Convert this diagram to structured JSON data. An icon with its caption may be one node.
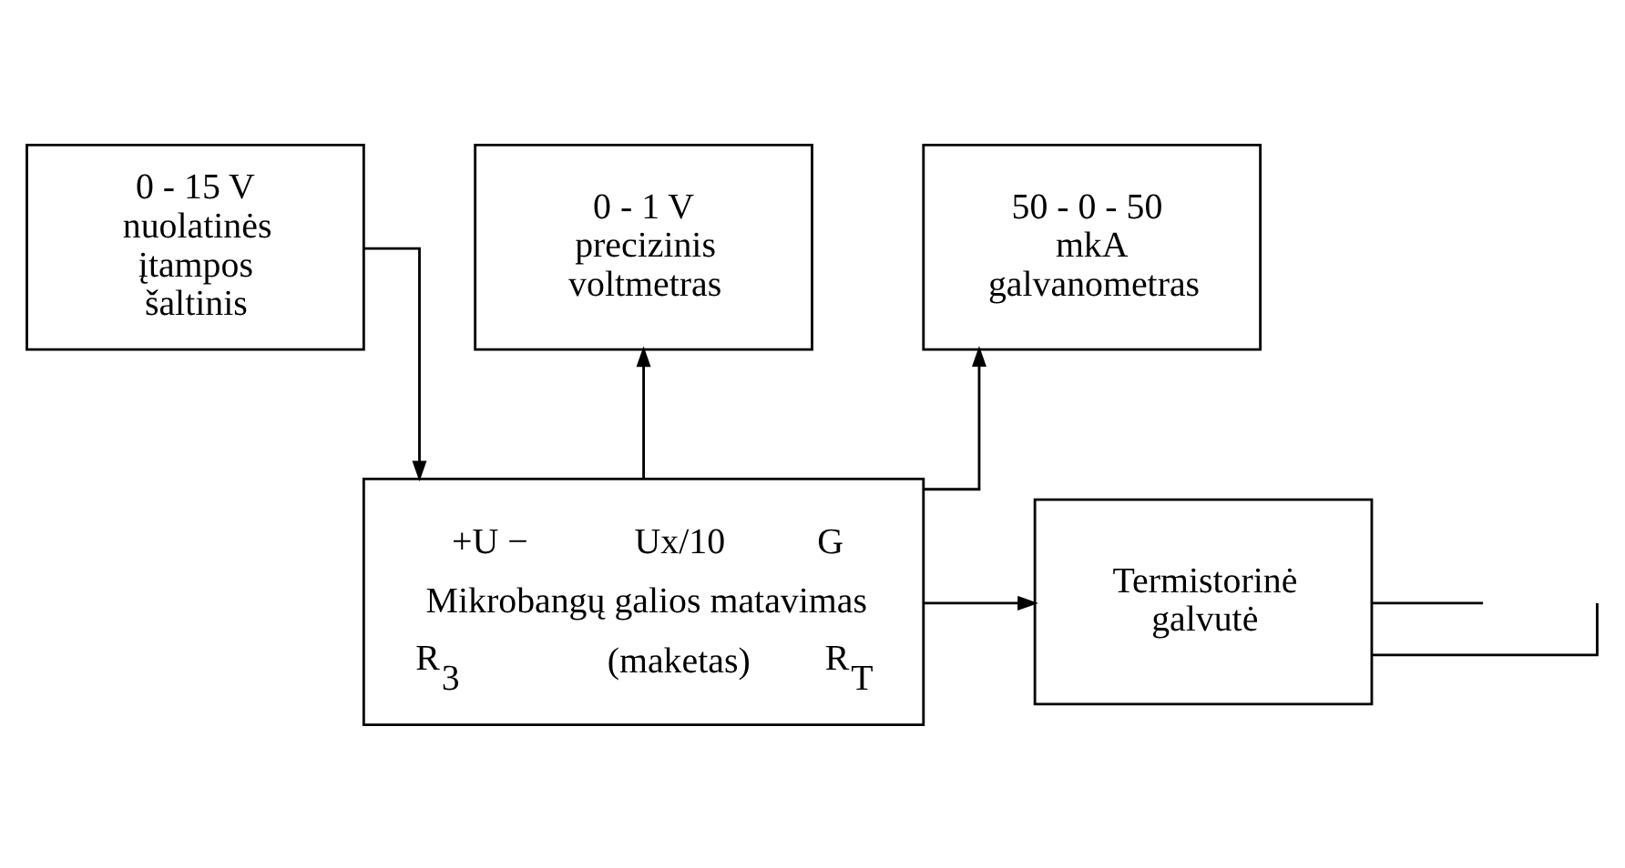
{
  "diagram": {
    "nodes": [
      {
        "text": [
          "0 - 15 V nuolatinės įtampos šaltinis"
        ]
      },
      {
        "text": [
          "0 - 1 V precizinis voltmetras"
        ]
      },
      {
        "text": [
          "50 - 0 - 50  mkA galvanometras"
        ]
      },
      {
        "text": [
          "+U −",
          "Ux/10",
          "G",
          "Mikrobangų galios matavimas",
          "R$_{3}$",
          "(maketas)",
          "R$_{T}$"
        ]
      },
      {
        "text": [
          "Termistorinė galvutė"
        ]
      }
    ],
    "edges": [
      {
        "from": 0,
        "to": 3,
        "arrow": "to"
      },
      {
        "from": 3,
        "to": 1,
        "arrow": "to"
      },
      {
        "from": 3,
        "to": 2,
        "arrow": "to"
      },
      {
        "from": 3,
        "to": 4,
        "arrow": "to"
      },
      {
        "from": 4,
        "to": null,
        "arrow": "none"
      },
      {
        "from": 4,
        "to": null,
        "arrow": "none"
      }
    ]
  }
}
